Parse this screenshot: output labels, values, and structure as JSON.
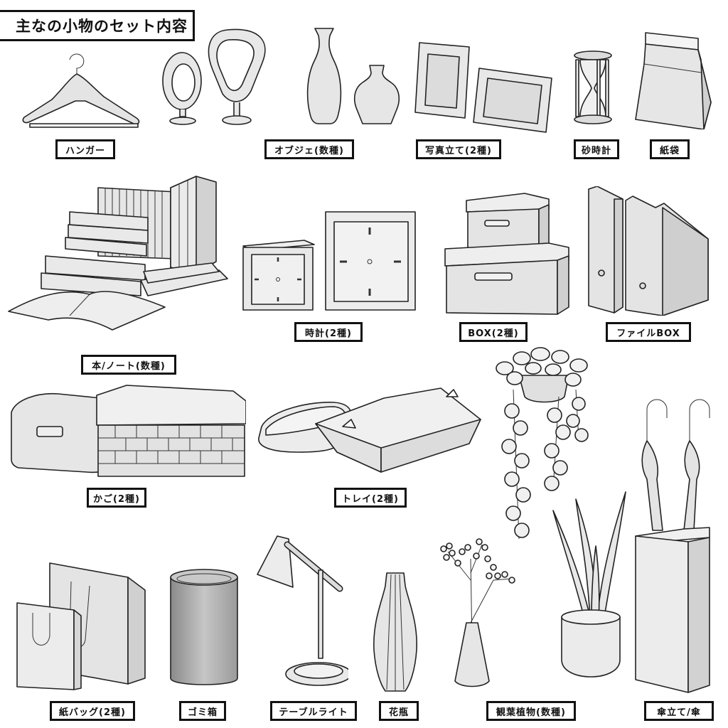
{
  "title": "主なの小物のセット内容",
  "items": [
    {
      "key": "hanger",
      "label": "ハンガー"
    },
    {
      "key": "objet",
      "label": "オブジェ(数種)"
    },
    {
      "key": "photo_frame",
      "label": "写真立て(2種)"
    },
    {
      "key": "hourglass",
      "label": "砂時計"
    },
    {
      "key": "paper_bag_small",
      "label": "紙袋"
    },
    {
      "key": "books",
      "label": "本/ノート(数種)"
    },
    {
      "key": "clock",
      "label": "時計(2種)"
    },
    {
      "key": "box",
      "label": "BOX(2種)"
    },
    {
      "key": "file_box",
      "label": "ファイルBOX"
    },
    {
      "key": "basket",
      "label": "かご(2種)"
    },
    {
      "key": "tray",
      "label": "トレイ(2種)"
    },
    {
      "key": "paper_bag",
      "label": "紙バッグ(2種)"
    },
    {
      "key": "trash_can",
      "label": "ゴミ箱"
    },
    {
      "key": "table_light",
      "label": "テーブルライト"
    },
    {
      "key": "flower_vase",
      "label": "花瓶"
    },
    {
      "key": "plants",
      "label": "観葉植物(数種)"
    },
    {
      "key": "umbrella_stand",
      "label": "傘立て/傘"
    }
  ],
  "colors": {
    "outline": "#222222",
    "fill_light": "#eeeeee",
    "fill_mid": "#d6d6d6",
    "fill_dark": "#b8b8b8",
    "background": "#ffffff"
  }
}
